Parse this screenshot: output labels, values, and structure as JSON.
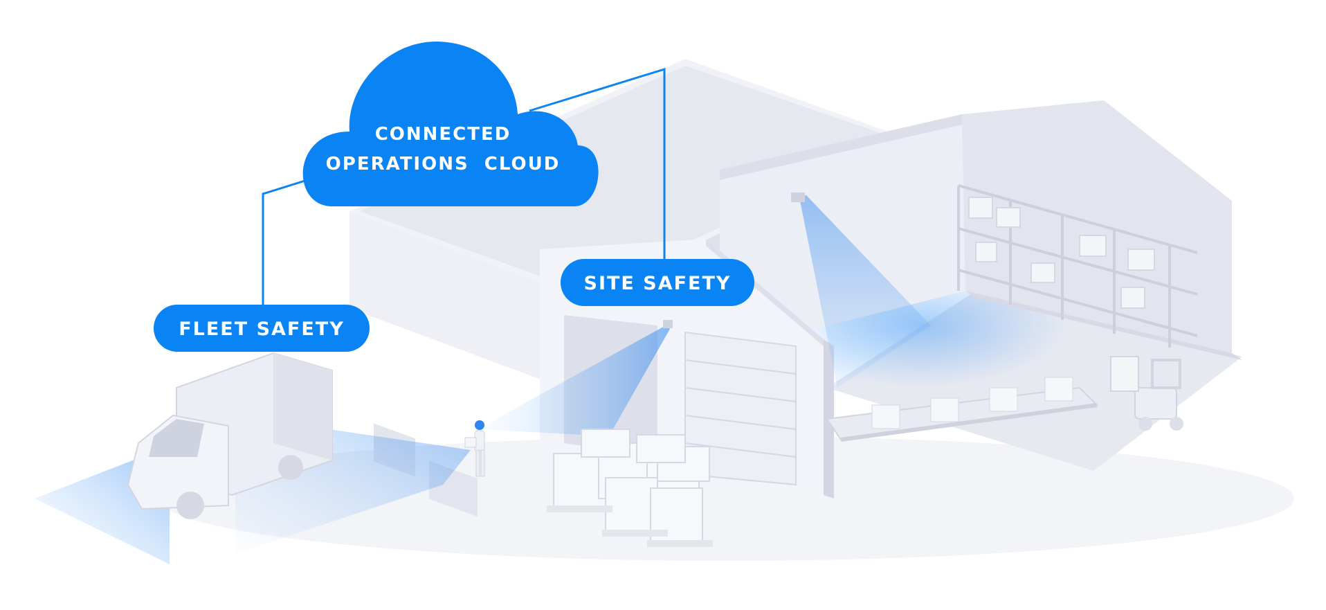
{
  "colors": {
    "accent": "#0A84F5",
    "building": "#E9EAF1",
    "building_shadow": "#D6D8E3",
    "background": "#FFFFFF",
    "camera_beam": "#3D93F2"
  },
  "cloud": {
    "line1": "CONNECTED",
    "line2": "OPERATIONS  CLOUD"
  },
  "labels": {
    "fleet": "FLEET SAFETY",
    "site": "SITE SAFETY"
  }
}
